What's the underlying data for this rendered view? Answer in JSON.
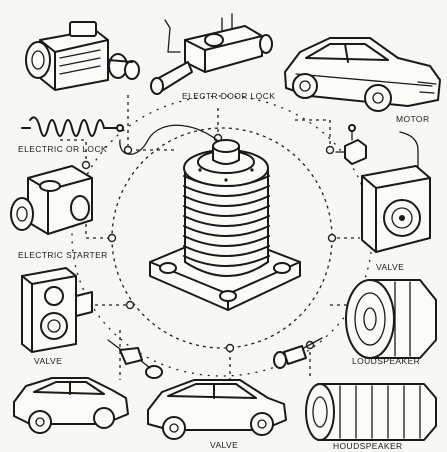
{
  "labels": {
    "door_lock": "ELECTR DOOR LOCK",
    "motor": "MOTOR",
    "electric_door_lock": "ELECTRIC OR LOCK",
    "electric_starter": "ELECTRIC STARTER",
    "valve_right": "VALVE",
    "valve_left": "VALVE",
    "loudspeaker_right": "LOUDSPEAKER",
    "valve_bottom": "VALVE",
    "loudspeaker_bottom": "HOUDSPEAKER"
  },
  "icons": [
    "solenoid-coil-icon",
    "relay-motor-icon",
    "valve-actuator-icon",
    "sedan-car-icon",
    "spring-icon",
    "small-valve-icon",
    "starter-motor-icon",
    "speaker-box-icon",
    "speaker-cabinet-icon",
    "loudspeaker-icon",
    "cable-plug-icon",
    "hatchback-car-icon"
  ],
  "colors": {
    "ink": "#1a1a1a",
    "paper": "#f7f7f5"
  }
}
